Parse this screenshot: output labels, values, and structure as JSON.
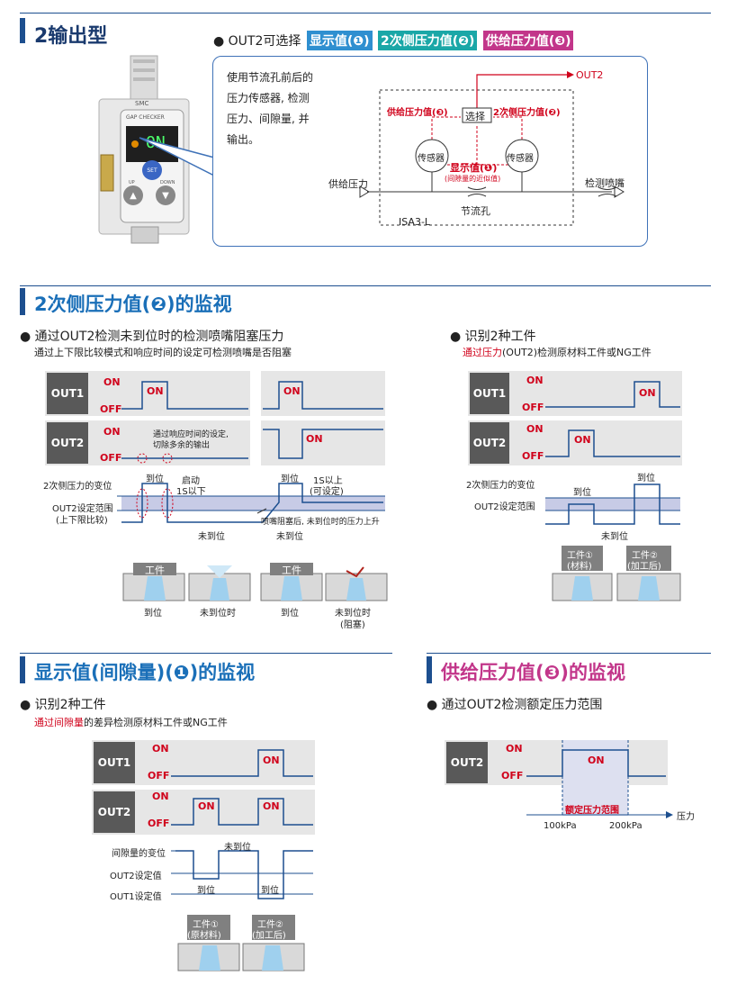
{
  "top": {
    "title": "2输出型",
    "out2_select": "● OUT2可选择",
    "tag1": "显示值(❶)",
    "tag2": "2次侧压力值(❷)",
    "tag3": "供给压力值(❸)",
    "tag_colors": {
      "display": "#2f8fd0",
      "secondary": "#1aa7a7",
      "supply": "#c2368a"
    },
    "device_brand": "SMC",
    "device_name": "GAP CHECKER",
    "device_display": "ON",
    "device_set": "SET",
    "device_up": "UP",
    "device_down": "DOWN",
    "callout": [
      "使用节流孔前后的",
      "压力传感器, 检测",
      "压力、间隙量, 并",
      "输出。"
    ],
    "diag": {
      "out2": "OUT2",
      "select": "选择",
      "supply_val": "供给压力值(❸)",
      "secondary_val": "2次侧压力值(❷)",
      "sensor": "传感器",
      "display_val": "显示值(❶)",
      "display_sub": "(间隙量的近似值)",
      "supply_pressure": "供给压力",
      "nozzle": "检测喷嘴",
      "orifice": "节流孔",
      "model": "ISA3-L"
    }
  },
  "sec2": {
    "title": "2次侧压力值(❷)的监视",
    "left_bullet": "● 通过OUT2检测未到位时的检测喷嘴阻塞压力",
    "left_sub": "通过上下限比较模式和响应时间的设定可检测喷嘴是否阻塞",
    "right_bullet": "● 识别2种工件",
    "right_sub_red": "通过压力",
    "right_sub_rest": "(OUT2)检测原材料工件或NG工件",
    "out1": "OUT1",
    "out2": "OUT2",
    "on": "ON",
    "off": "OFF",
    "resp_note1": "通过响应时间的设定,",
    "resp_note2": "切除多余的输出",
    "disp_label": "2次侧压力的变位",
    "range_label1": "OUT2设定范围",
    "range_label2": "(上下限比较)",
    "range_label_r": "OUT2设定范围",
    "arrive": "到位",
    "start": "启动",
    "under1s": "1S以下",
    "over1s": "1S以上",
    "settable": "(可设定)",
    "clog_note": "喷嘴阻塞后, 未到位时的压力上升",
    "not_arrive": "未到位",
    "workpiece": "工件",
    "cap_arrive": "到位",
    "cap_not_arrive": "未到位时",
    "cap_not_arrive2": "未到位时",
    "cap_clog": "(阻塞)",
    "work1": "工件①",
    "work1_sub": "(材料)",
    "work2": "工件②",
    "work2_sub": "(加工后)"
  },
  "sec3": {
    "title": "显示值(间隙量)(❶)的监视",
    "bullet": "● 识别2种工件",
    "sub_red": "通过间隙量",
    "sub_rest": "的差异检测原材料工件或NG工件",
    "gap_label": "间隙量的变位",
    "out2_set": "OUT2设定值",
    "out1_set": "OUT1设定值",
    "not_arrive": "未到位",
    "arrive": "到位",
    "work1": "工件①",
    "work1_sub": "(原材料)",
    "work2": "工件②",
    "work2_sub": "(加工后)"
  },
  "sec4": {
    "title": "供给压力值(❸)的监视",
    "bullet": "● 通过OUT2检测额定压力范围",
    "range": "额定压力范围",
    "p1": "100kPa",
    "p2": "200kPa",
    "axis": "压力"
  }
}
